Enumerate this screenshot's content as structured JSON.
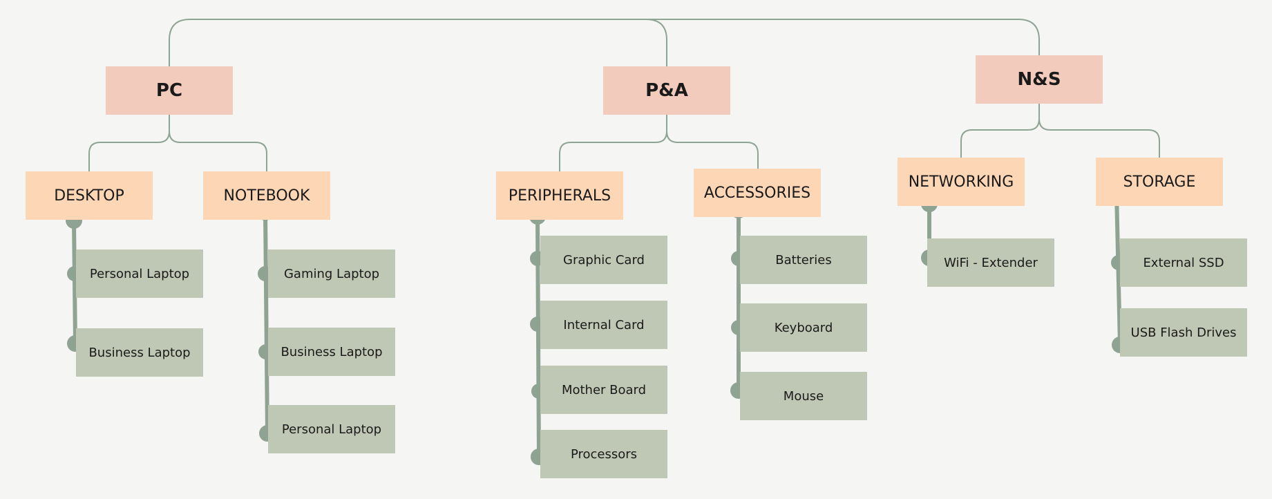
{
  "colors": {
    "background": "#f5f5f3",
    "top_box": "#f2cbbd",
    "mid_box": "#fdd6b6",
    "leaf_box": "#bfc8b4",
    "connector": "#8fa393"
  },
  "categories": [
    {
      "label": "PC",
      "subcategories": [
        {
          "label": "DESKTOP",
          "items": [
            "Personal Laptop",
            "Business Laptop"
          ]
        },
        {
          "label": "NOTEBOOK",
          "items": [
            "Gaming Laptop",
            "Business Laptop",
            "Personal Laptop"
          ]
        }
      ]
    },
    {
      "label": "P&A",
      "subcategories": [
        {
          "label": "PERIPHERALS",
          "items": [
            "Graphic Card",
            "Internal Card",
            "Mother Board",
            "Processors"
          ]
        },
        {
          "label": "ACCESSORIES",
          "items": [
            "Batteries",
            "Keyboard",
            "Mouse"
          ]
        }
      ]
    },
    {
      "label": "N&S",
      "subcategories": [
        {
          "label": "NETWORKING",
          "items": [
            "WiFi - Extender"
          ]
        },
        {
          "label": "STORAGE",
          "items": [
            "External SSD",
            "USB Flash Drives"
          ]
        }
      ]
    }
  ]
}
